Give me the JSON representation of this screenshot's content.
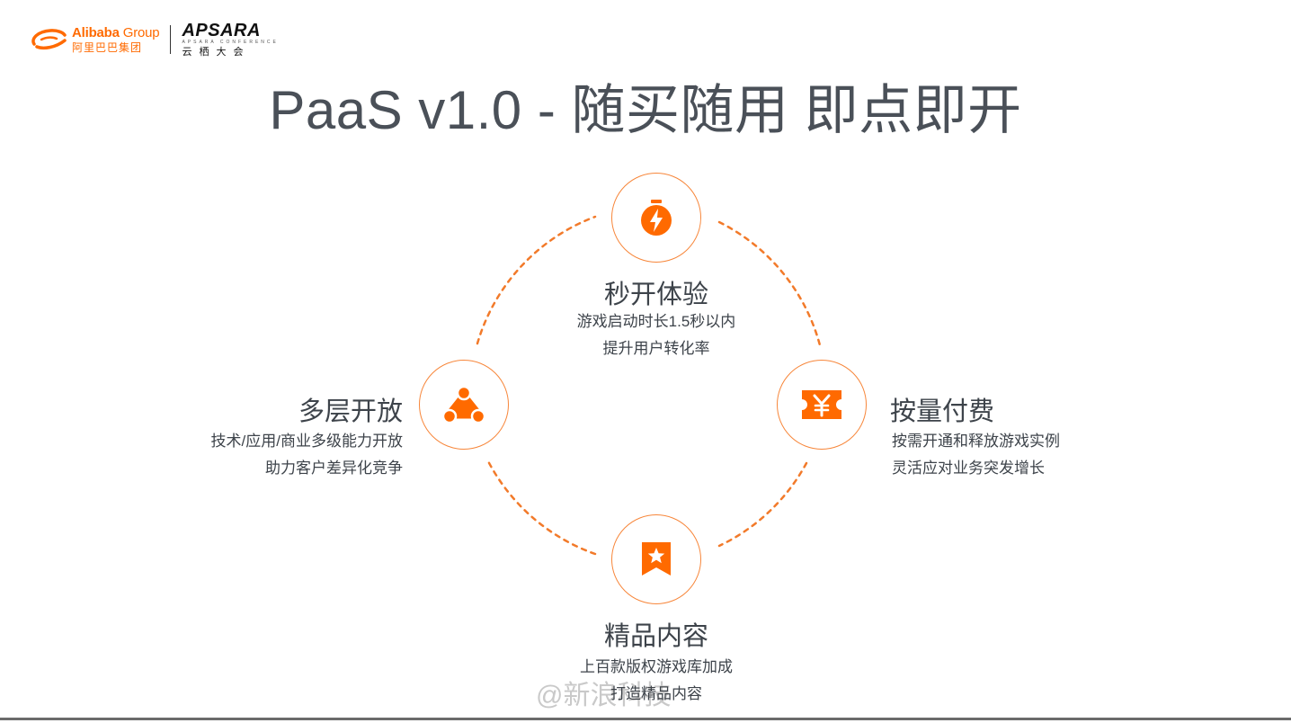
{
  "header": {
    "alibaba_en": "Alibaba",
    "alibaba_group": "Group",
    "alibaba_cn": "阿里巴巴集团",
    "apsara_en": "APSARA",
    "apsara_sub": "APSARA CONFERENCE",
    "apsara_cn": "云栖大会"
  },
  "title": "PaaS v1.0 - 随买随用 即点即开",
  "features": {
    "top": {
      "icon": "stopwatch-bolt-icon",
      "heading": "秒开体验",
      "line1": "游戏启动时长1.5秒以内",
      "line2": "提升用户转化率"
    },
    "right": {
      "icon": "yen-ticket-icon",
      "heading": "按量付费",
      "line1": "按需开通和释放游戏实例",
      "line2": "灵活应对业务突发增长"
    },
    "bottom": {
      "icon": "star-bookmark-icon",
      "heading": "精品内容",
      "line1": "上百款版权游戏库加成",
      "line2": "打造精品内容"
    },
    "left": {
      "icon": "share-network-icon",
      "heading": "多层开放",
      "line1": "技术/应用/商业多级能力开放",
      "line2": "助力客户差异化竞争"
    }
  },
  "watermark": "@新浪科技",
  "colors": {
    "accent": "#ff6a00",
    "text": "#3d434a",
    "title": "#4a5058"
  }
}
